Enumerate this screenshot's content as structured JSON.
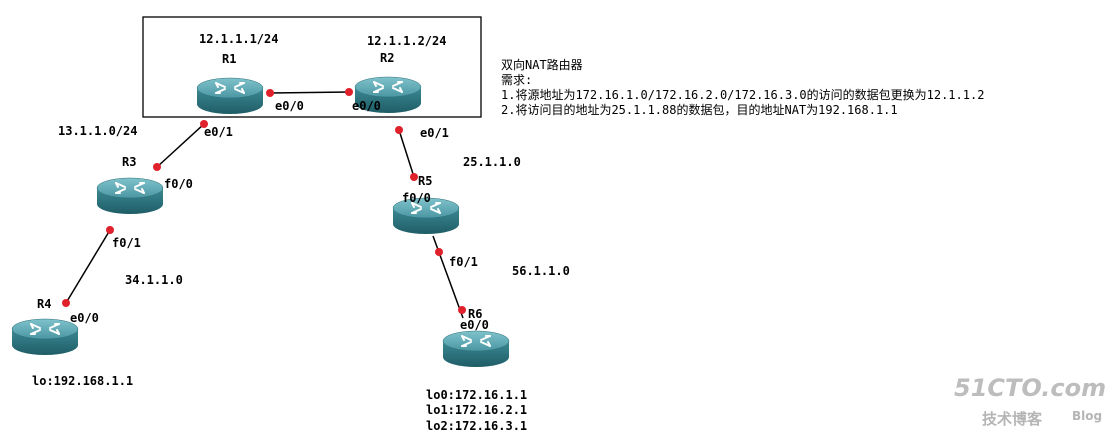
{
  "routers": {
    "r1": {
      "name": "R1"
    },
    "r2": {
      "name": "R2"
    },
    "r3": {
      "name": "R3"
    },
    "r4": {
      "name": "R4"
    },
    "r5": {
      "name": "R5"
    },
    "r6": {
      "name": "R6"
    }
  },
  "networks": {
    "r1_ip": "12.1.1.1/24",
    "r2_ip": "12.1.1.2/24",
    "r1_r3": "13.1.1.0/24",
    "r3_r4": "34.1.1.0",
    "r2_r5": "25.1.1.0",
    "r5_r6": "56.1.1.0"
  },
  "interfaces": {
    "r1_e00": "e0/0",
    "r2_e00": "e0/0",
    "r1_e01": "e0/1",
    "r3_f00": "f0/0",
    "r3_f01": "f0/1",
    "r4_e00": "e0/0",
    "r2_e01": "e0/1",
    "r5_f00": "f0/0",
    "r5_f01": "f0/1",
    "r6_e00": "e0/0"
  },
  "loopbacks": {
    "r4_lo": "lo:192.168.1.1",
    "r6_lo0": "lo0:172.16.1.1",
    "r6_lo1": "lo1:172.16.2.1",
    "r6_lo2": "lo2:172.16.3.1"
  },
  "notes": {
    "title": "双向NAT路由器",
    "req_label": "需求:",
    "req1": "1.将源地址为172.16.1.0/172.16.2.0/172.16.3.0的访问的数据包更换为12.1.1.2",
    "req2": "2.将访问目的地址为25.1.1.88的数据包，目的地址NAT为192.168.1.1"
  },
  "watermark": {
    "brand": "51CTO.com",
    "cn": "技术博客",
    "blog": "Blog"
  },
  "colors": {
    "link": "#000000",
    "endpoint": "#e0202a",
    "router_top": "#5aa5b0",
    "router_body": "#2f7883"
  }
}
